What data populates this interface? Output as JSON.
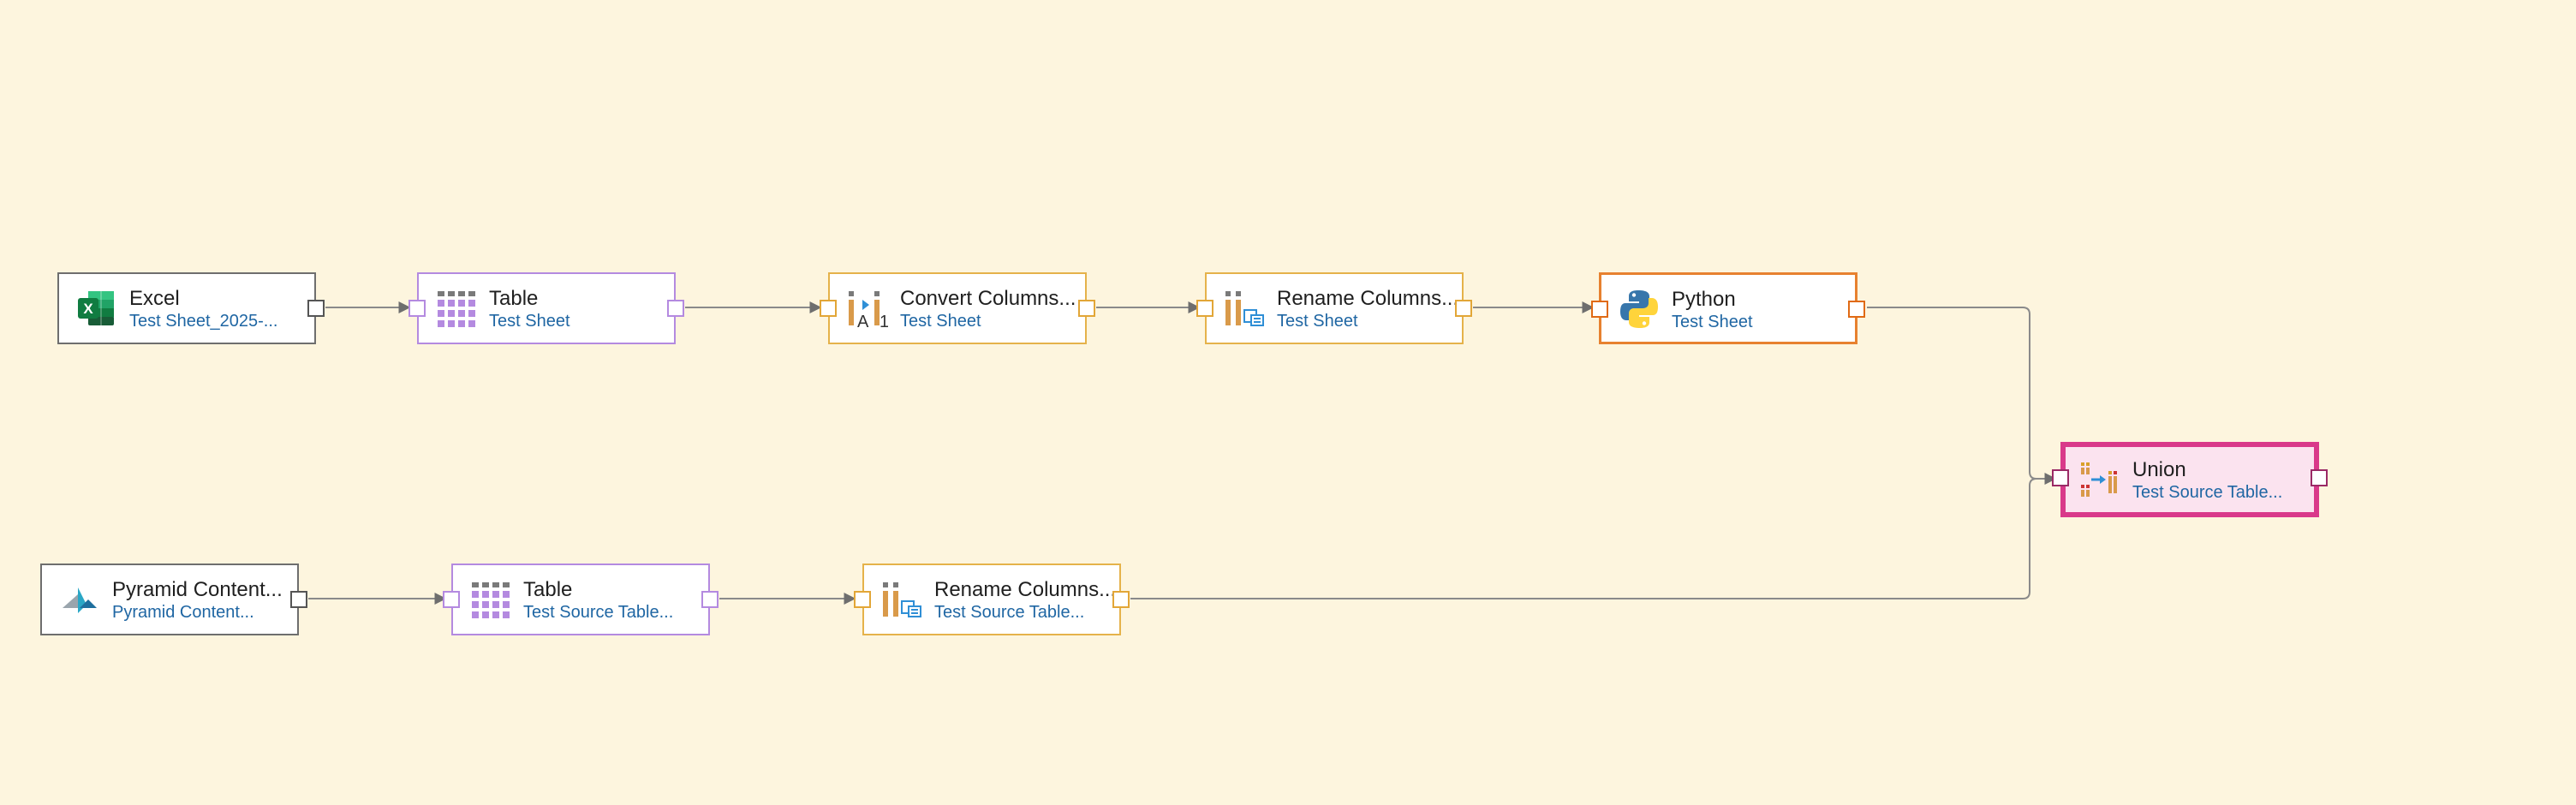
{
  "nodes": {
    "excel": {
      "title": "Excel",
      "subtitle": "Test Sheet_2025-...",
      "icon": "excel-icon"
    },
    "table1": {
      "title": "Table",
      "subtitle": "Test Sheet",
      "icon": "table-grid-icon"
    },
    "convert": {
      "title": "Convert Columns...",
      "subtitle": "Test Sheet",
      "icon": "convert-columns-icon"
    },
    "rename1": {
      "title": "Rename Columns...",
      "subtitle": "Test Sheet",
      "icon": "rename-columns-icon"
    },
    "python": {
      "title": "Python",
      "subtitle": "Test Sheet",
      "icon": "python-icon"
    },
    "union": {
      "title": "Union",
      "subtitle": "Test Source Table...",
      "icon": "union-icon"
    },
    "pyramid": {
      "title": "Pyramid Content...",
      "subtitle": "Pyramid Content...",
      "icon": "pyramid-logo-icon"
    },
    "table2": {
      "title": "Table",
      "subtitle": "Test Source Table...",
      "icon": "table-grid-icon"
    },
    "rename2": {
      "title": "Rename Columns...",
      "subtitle": "Test Source Table...",
      "icon": "rename-columns-icon"
    }
  },
  "connections": [
    [
      "excel",
      "table1"
    ],
    [
      "table1",
      "convert"
    ],
    [
      "convert",
      "rename1"
    ],
    [
      "rename1",
      "python"
    ],
    [
      "python",
      "union"
    ],
    [
      "pyramid",
      "table2"
    ],
    [
      "table2",
      "rename2"
    ],
    [
      "rename2",
      "union"
    ]
  ],
  "colors": {
    "background": "#fdf5de",
    "source_border": "#6e6e6e",
    "table_border": "#b48ae0",
    "transform_border": "#e5b24a",
    "python_border": "#e7812f",
    "union_border": "#d9398a",
    "union_fill": "#fbe3ef",
    "subtitle_text": "#1f66a3",
    "wire": "#8a8a8a"
  }
}
